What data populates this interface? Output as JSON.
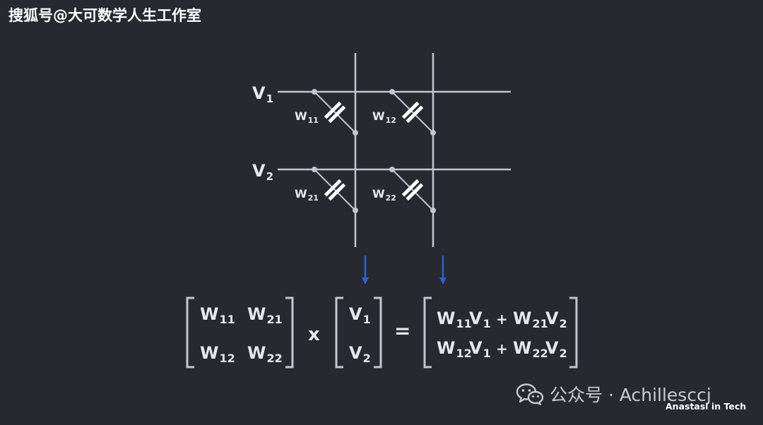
{
  "watermark_top": "搜狐号@大可数学人生工作室",
  "watermark_bottom": "公众号 · Achillesccj",
  "credit": "Anastasi in Tech",
  "icons": {
    "wechat": "wechat-icon"
  },
  "colors": {
    "background": "#272830",
    "wire": "#c4c5d2",
    "text": "#e6e7ee",
    "arrow": "#2f5fd4"
  },
  "diagram": {
    "inputs": [
      {
        "base": "V",
        "sub": "1"
      },
      {
        "base": "V",
        "sub": "2"
      }
    ],
    "cells": [
      {
        "base": "W",
        "sub": "11"
      },
      {
        "base": "W",
        "sub": "12"
      },
      {
        "base": "W",
        "sub": "21"
      },
      {
        "base": "W",
        "sub": "22"
      }
    ]
  },
  "equation": {
    "matrix_w": [
      [
        {
          "base": "W",
          "sub": "11"
        },
        {
          "base": "W",
          "sub": "21"
        }
      ],
      [
        {
          "base": "W",
          "sub": "12"
        },
        {
          "base": "W",
          "sub": "22"
        }
      ]
    ],
    "times": "x",
    "vector_v": [
      {
        "base": "V",
        "sub": "1"
      },
      {
        "base": "V",
        "sub": "2"
      }
    ],
    "equals": "=",
    "plus": "+",
    "result": [
      [
        {
          "base": "W",
          "sub": "11"
        },
        {
          "base": "V",
          "sub": "1"
        },
        {
          "base": "W",
          "sub": "21"
        },
        {
          "base": "V",
          "sub": "2"
        }
      ],
      [
        {
          "base": "W",
          "sub": "12"
        },
        {
          "base": "V",
          "sub": "1"
        },
        {
          "base": "W",
          "sub": "22"
        },
        {
          "base": "V",
          "sub": "2"
        }
      ]
    ]
  }
}
